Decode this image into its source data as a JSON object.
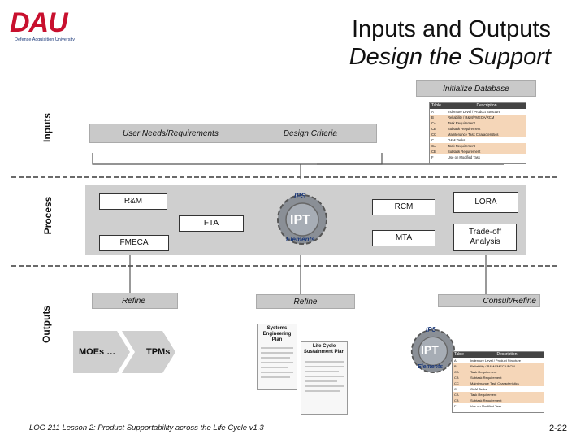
{
  "logo": {
    "text": "DAU",
    "subtitle": "Defense Acquisition University"
  },
  "title": {
    "line1": "Inputs and Outputs",
    "line2": "Design the Support"
  },
  "rows": {
    "inputs": "Inputs",
    "process": "Process",
    "outputs": "Outputs"
  },
  "inputs": {
    "initialize_database": "Initialize Database",
    "user_needs": "User Needs/Requirements",
    "design_criteria": "Design Criteria"
  },
  "process": {
    "rm": "R&M",
    "fta": "FTA",
    "fmeca": "FMECA",
    "rcm": "RCM",
    "mta": "MTA",
    "lora": "LORA",
    "tradeoff": "Trade-off Analysis",
    "ips_logo": {
      "top": "IPS",
      "center": "IPT",
      "bottom": "Elements"
    }
  },
  "outputs": {
    "refine_left": "Refine",
    "refine_center": "Refine",
    "consult_refine": "Consult/Refine",
    "moes": "MOEs …",
    "tpms": "TPMs",
    "doc_sep": "Systems Engineering Plan",
    "doc_lcsp": "Life Cycle Sustainment Plan"
  },
  "table": {
    "headers": [
      "Table",
      "Description"
    ],
    "rows": [
      [
        "A",
        "Indenture Level / Product Structure"
      ],
      [
        "B",
        "Reliability / R&M/FMECA/RCM"
      ],
      [
        "CA",
        "Task Requirement"
      ],
      [
        "CB",
        "Subtask Requirement"
      ],
      [
        "CC",
        "Maintenance Task Characteristics"
      ],
      [
        "C",
        "O&M Tasks"
      ],
      [
        "CA",
        "Task Requirement"
      ],
      [
        "CB",
        "Subtask Requirement"
      ],
      [
        "F",
        "Use on Modified Task"
      ]
    ]
  },
  "footer": {
    "text": "LOG 211 Lesson 2: Product Supportability across the Life Cycle v1.3",
    "page": "2-22"
  },
  "colors": {
    "brand_red": "#c8102e",
    "brand_blue": "#1d3a7a",
    "gray": "#cfcfcf",
    "table_row": "#f5d6b8"
  }
}
